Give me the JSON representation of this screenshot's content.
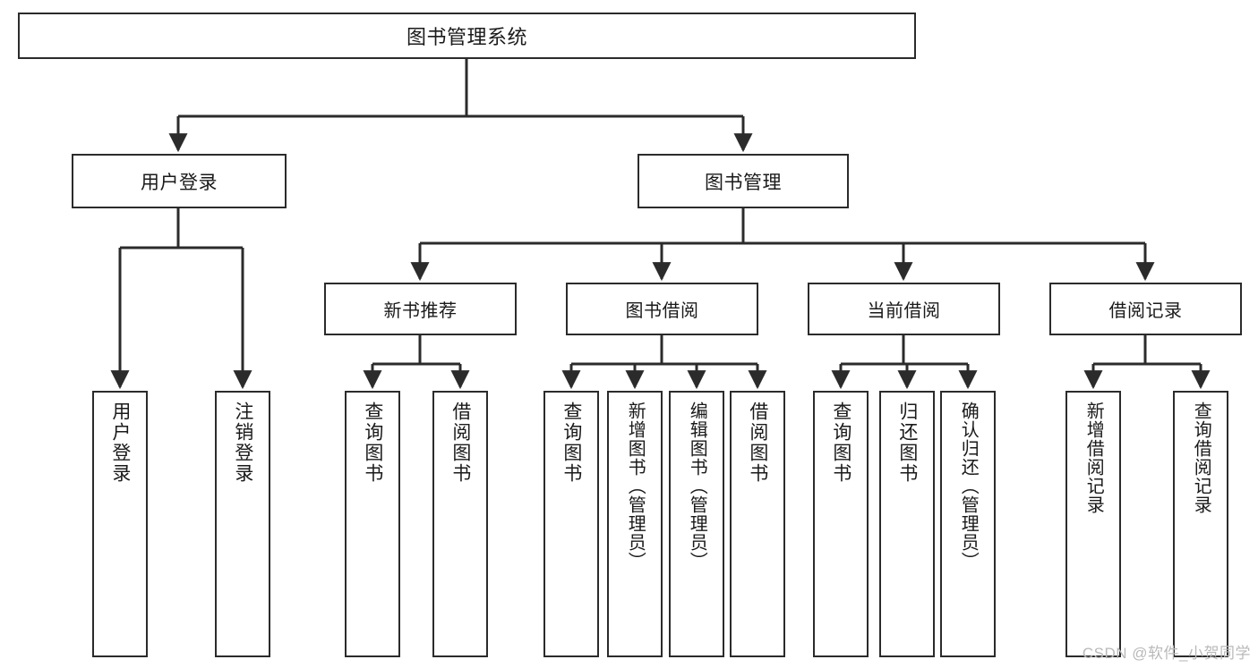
{
  "diagram": {
    "title": "图书管理系统",
    "type": "tree-hierarchy-diagram",
    "colors": {
      "box_border": "#2b2b2b",
      "box_fill": "#ffffff",
      "connector": "#2b2b2b",
      "text": "#1a1a1a",
      "watermark": "#b9b9b9",
      "background": "#ffffff"
    },
    "root": {
      "label": "图书管理系统"
    },
    "level2": [
      {
        "label": "用户登录"
      },
      {
        "label": "图书管理"
      }
    ],
    "level3": [
      {
        "label": "新书推荐"
      },
      {
        "label": "图书借阅"
      },
      {
        "label": "当前借阅"
      },
      {
        "label": "借阅记录"
      }
    ],
    "leaves": {
      "user_login": [
        {
          "label": "用户登录"
        },
        {
          "label": "注销登录"
        }
      ],
      "new_book_recommend": [
        {
          "label": "查询图书"
        },
        {
          "label": "借阅图书"
        }
      ],
      "book_borrow": [
        {
          "label": "查询图书"
        },
        {
          "label": "新增图书（管理员）"
        },
        {
          "label": "编辑图书（管理员）"
        },
        {
          "label": "借阅图书"
        }
      ],
      "current_borrow": [
        {
          "label": "查询图书"
        },
        {
          "label": "归还图书"
        },
        {
          "label": "确认归还（管理员）"
        }
      ],
      "borrow_record": [
        {
          "label": "新增借阅记录"
        },
        {
          "label": "查询借阅记录"
        }
      ]
    }
  },
  "watermark": {
    "text": "CSDN @软件_小贺同学"
  }
}
